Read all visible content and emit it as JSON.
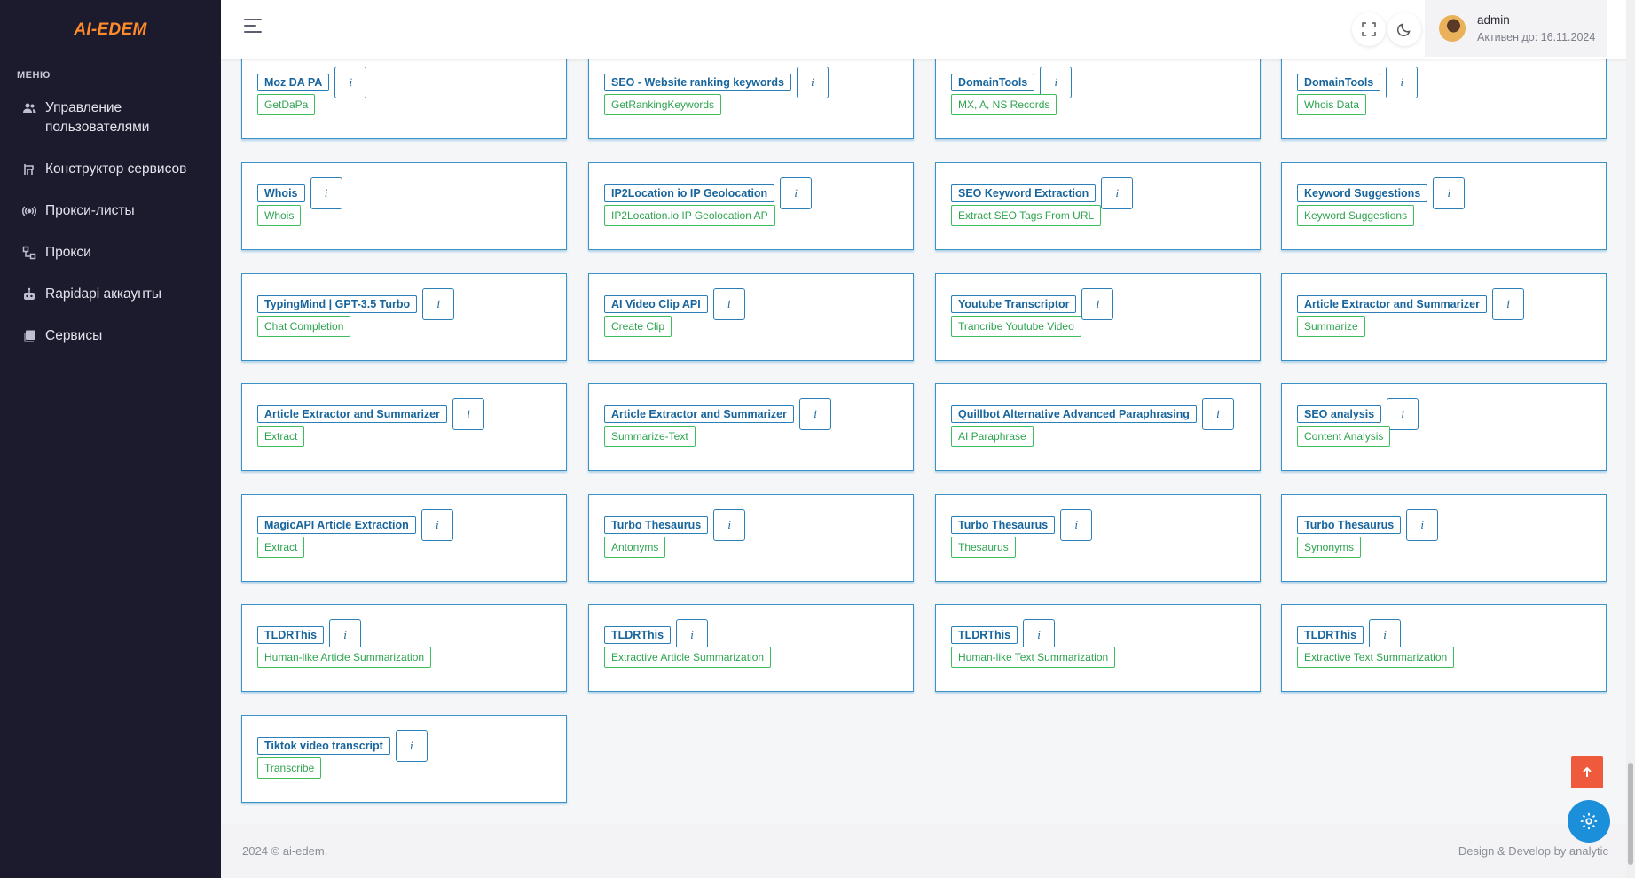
{
  "brand": {
    "logo_text": "AI-EDEM"
  },
  "sidebar": {
    "menu_title": "МЕНЮ",
    "items": [
      {
        "label": "Управление пользователями",
        "icon": "users-icon"
      },
      {
        "label": "Конструктор сервисов",
        "icon": "constructor-icon"
      },
      {
        "label": "Прокси-листы",
        "icon": "broadcast-icon"
      },
      {
        "label": "Прокси",
        "icon": "nodes-icon"
      },
      {
        "label": "Rapidapi аккаунты",
        "icon": "robot-icon"
      },
      {
        "label": "Сервисы",
        "icon": "copy-icon"
      }
    ]
  },
  "topbar": {
    "user": {
      "name": "admin",
      "status": "Активен до: 16.11.2024"
    }
  },
  "services": [
    {
      "title": "Moz DA PA",
      "endpoint": "GetDaPa"
    },
    {
      "title": "SEO - Website ranking keywords",
      "endpoint": "GetRankingKeywords"
    },
    {
      "title": "DomainTools",
      "endpoint": "MX, A, NS Records"
    },
    {
      "title": "DomainTools",
      "endpoint": "Whois Data"
    },
    {
      "title": "Whois",
      "endpoint": "Whois"
    },
    {
      "title": "IP2Location io IP Geolocation",
      "endpoint": "IP2Location.io IP Geolocation AP"
    },
    {
      "title": "SEO Keyword Extraction",
      "endpoint": "Extract SEO Tags From URL"
    },
    {
      "title": "Keyword Suggestions",
      "endpoint": "Keyword Suggestions"
    },
    {
      "title": "TypingMind | GPT-3.5 Turbo",
      "endpoint": "Chat Completion"
    },
    {
      "title": "AI Video Clip API",
      "endpoint": "Create Clip"
    },
    {
      "title": "Youtube Transcriptor",
      "endpoint": "Trancribe Youtube Video"
    },
    {
      "title": "Article Extractor and Summarizer",
      "endpoint": "Summarize"
    },
    {
      "title": "Article Extractor and Summarizer",
      "endpoint": "Extract"
    },
    {
      "title": "Article Extractor and Summarizer",
      "endpoint": "Summarize-Text"
    },
    {
      "title": "Quillbot Alternative Advanced Paraphrasing",
      "endpoint": "AI Paraphrase"
    },
    {
      "title": "SEO analysis",
      "endpoint": "Content Analysis"
    },
    {
      "title": "MagicAPI Article Extraction",
      "endpoint": "Extract"
    },
    {
      "title": "Turbo Thesaurus",
      "endpoint": "Antonyms"
    },
    {
      "title": "Turbo Thesaurus",
      "endpoint": "Thesaurus"
    },
    {
      "title": "Turbo Thesaurus",
      "endpoint": "Synonyms"
    },
    {
      "title": "TLDRThis",
      "endpoint": "Human-like Article Summarization"
    },
    {
      "title": "TLDRThis",
      "endpoint": "Extractive Article Summarization"
    },
    {
      "title": "TLDRThis",
      "endpoint": "Human-like Text Summarization"
    },
    {
      "title": "TLDRThis",
      "endpoint": "Extractive Text Summarization"
    },
    {
      "title": "Tiktok video transcript",
      "endpoint": "Transcribe"
    }
  ],
  "info_label": "i",
  "footer": {
    "copyright": "2024 © ai-edem.",
    "credit": "Design & Develop by analytic"
  },
  "colors": {
    "sidebar_bg": "#1c1b2e",
    "logo": "#ff8a2b",
    "card_border": "#3a92c9",
    "endpoint_green": "#3ebd5f",
    "scroll_top": "#f05a3c",
    "settings_fab": "#1c8fdb"
  }
}
